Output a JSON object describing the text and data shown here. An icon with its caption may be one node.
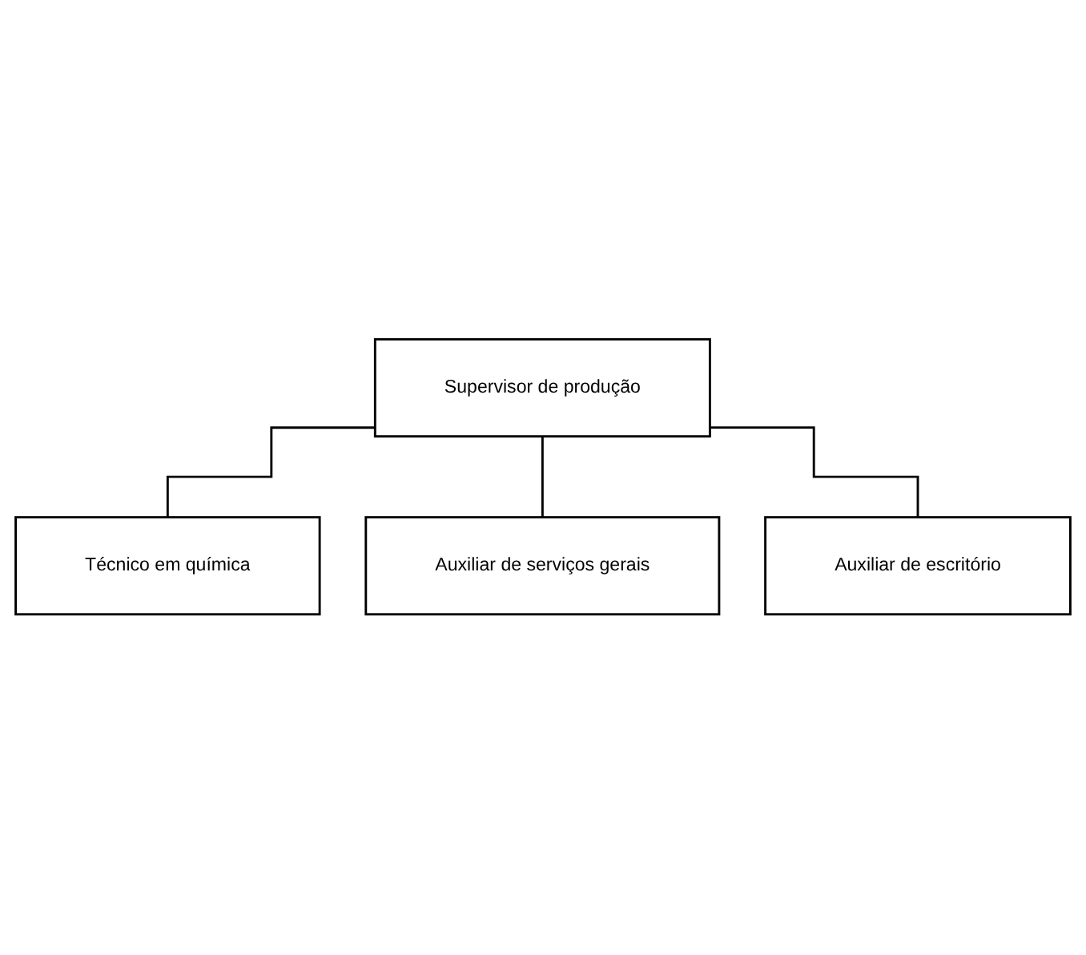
{
  "diagram": {
    "nodes": [
      {
        "text": [
          "Supervisor de produção"
        ]
      },
      {
        "text": [
          "Técnico em química"
        ]
      },
      {
        "text": [
          "Auxiliar de serviços gerais"
        ]
      },
      {
        "text": [
          "Auxiliar de escritório"
        ]
      }
    ],
    "edges": [
      {
        "from": 0,
        "to": 1,
        "arrow": "none"
      },
      {
        "from": 0,
        "to": 2,
        "arrow": "none"
      },
      {
        "from": 0,
        "to": 3,
        "arrow": "none"
      }
    ]
  }
}
